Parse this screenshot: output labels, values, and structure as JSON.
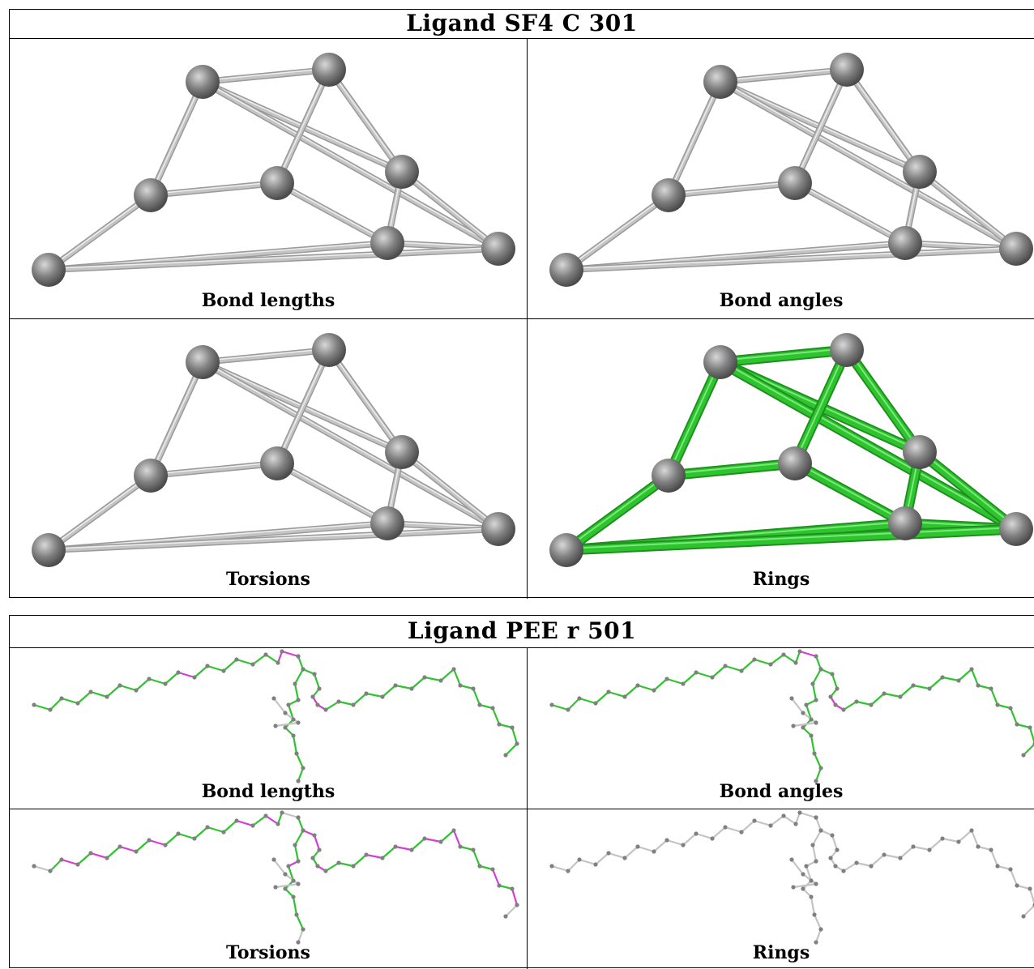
{
  "tables": [
    {
      "title": "Ligand SF4 C 301",
      "panels": [
        "Bond lengths",
        "Bond angles",
        "Torsions",
        "Rings"
      ]
    },
    {
      "title": "Ligand PEE r 501",
      "panels": [
        "Bond lengths",
        "Bond angles",
        "Torsions",
        "Rings"
      ]
    }
  ],
  "colors": {
    "bond_default": "#c4c4c4",
    "atom": "#808080",
    "outlier_green": "#2ec42e",
    "outlier_magenta": "#d63cd6",
    "border": "#000000"
  }
}
